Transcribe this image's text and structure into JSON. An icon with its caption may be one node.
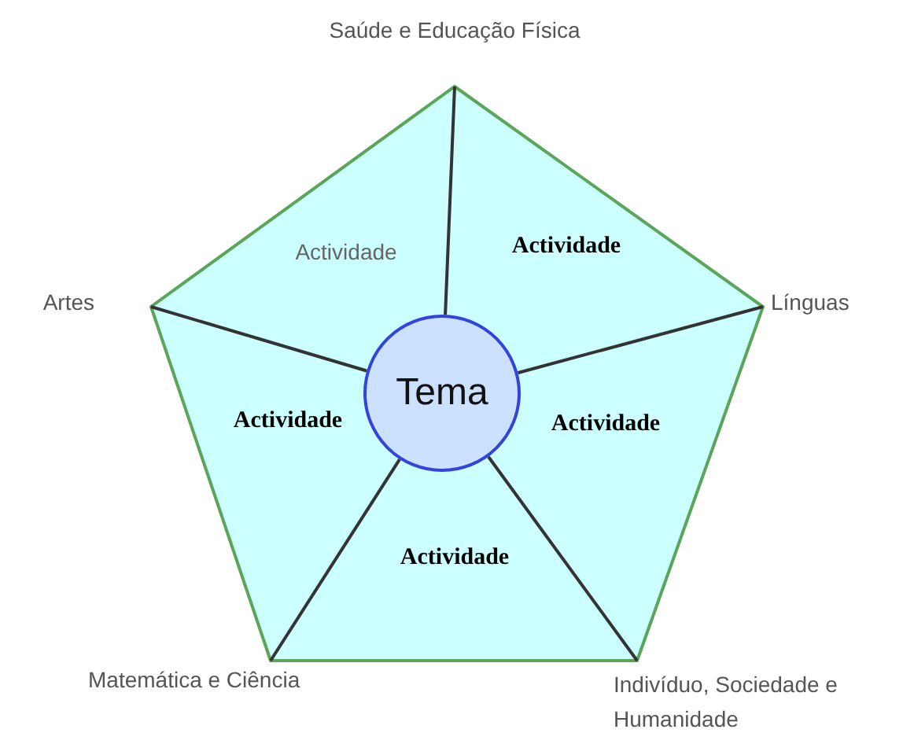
{
  "diagram": {
    "nodes": [
      {
        "text": [],
        "shape": "pentagon"
      },
      {
        "text": [
          "Actividade"
        ],
        "in": 0
      },
      {
        "text": [
          "Actividade"
        ],
        "in": 0
      },
      {
        "text": [
          "Actividade"
        ],
        "in": 0
      },
      {
        "text": [
          "Tema"
        ],
        "in": 0
      },
      {
        "text": [
          "Actividade"
        ],
        "in": 0
      },
      {
        "text": [
          "Actividade"
        ],
        "in": 0
      }
    ],
    "labels": [
      "Saúde e Educação Física",
      "Artes",
      "Línguas",
      "Matemática e Ciência",
      "Indivíduo, Sociedade e Humanidade"
    ]
  }
}
